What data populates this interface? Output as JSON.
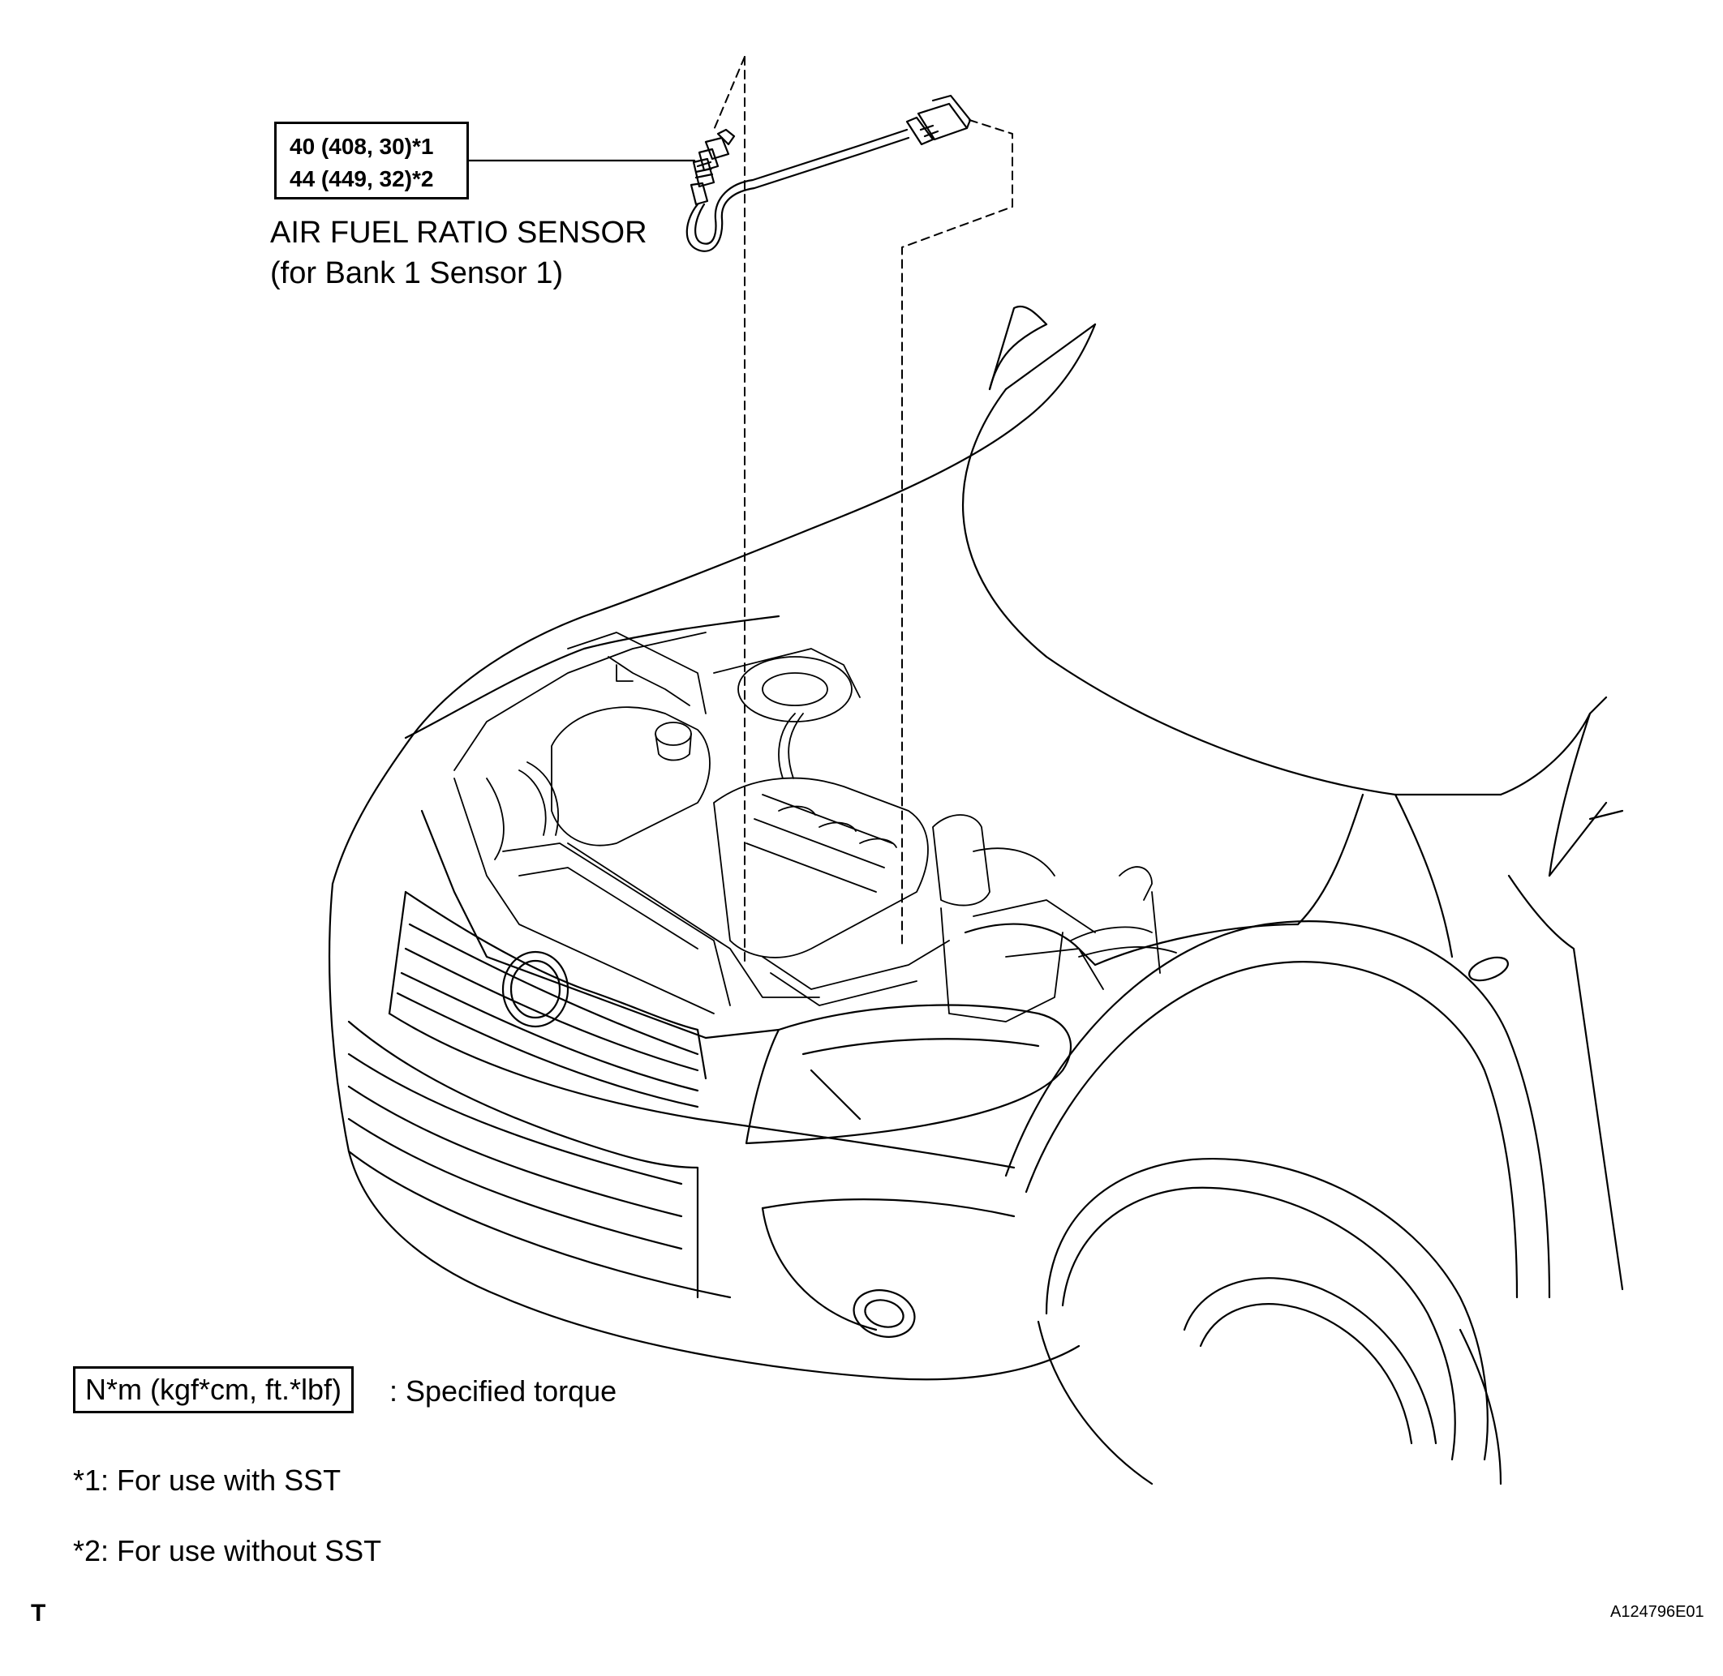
{
  "torque_spec": {
    "line1": "40 (408, 30)*1",
    "line2": "44 (449, 32)*2"
  },
  "sensor_label": {
    "name": "AIR FUEL RATIO SENSOR",
    "detail": "(for Bank 1 Sensor 1)"
  },
  "legend": {
    "units_box": "N*m (kgf*cm, ft.*lbf)",
    "meaning": ": Specified torque"
  },
  "notes": {
    "note1": "*1: For use with SST",
    "note2": "*2: For use without SST"
  },
  "corner_mark": "T",
  "figure_id": "A124796E01",
  "illustration": {
    "subject": "vehicle front engine compartment",
    "line_color": "#000000",
    "background": "#ffffff"
  }
}
